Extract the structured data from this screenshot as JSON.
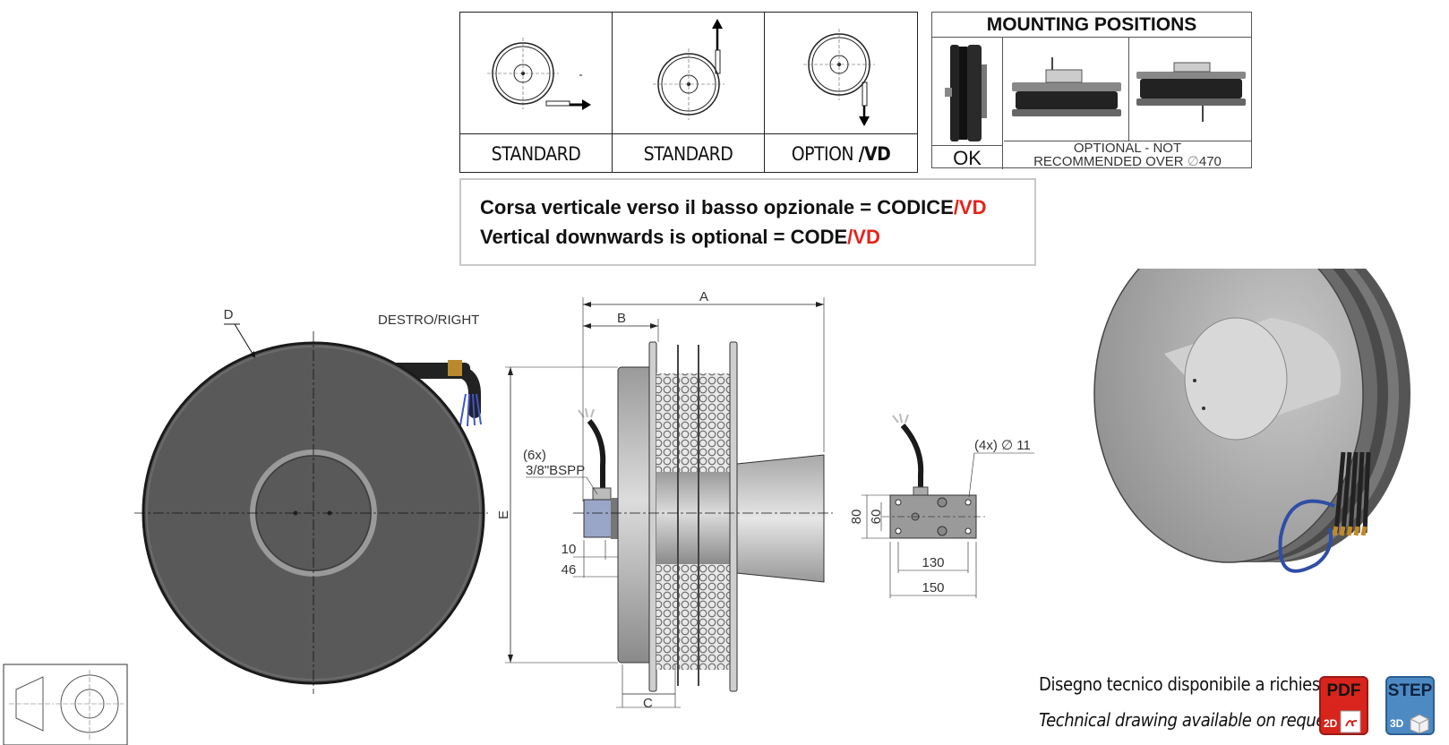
{
  "orientation_table": {
    "labels": [
      "STANDARD",
      "STANDARD",
      "OPTION "
    ],
    "option_suffix": "/VD"
  },
  "mounting": {
    "title": "MOUNTING POSITIONS",
    "ok_label": "OK",
    "optional_line1": "OPTIONAL - NOT",
    "optional_line2": "RECOMMENDED OVER",
    "diameter_symbol": "∅",
    "optional_value": "470"
  },
  "note": {
    "line1_prefix": "Corsa verticale verso il basso opzionale = CODICE",
    "line1_suffix": "/VD",
    "line2_prefix": "Vertical downwards is optional = CODE",
    "line2_suffix": "/VD"
  },
  "dimensions": {
    "D": "D",
    "A": "A",
    "B": "B",
    "C": "C",
    "E": "E",
    "side": "DESTRO/RIGHT",
    "connector_count": "(6x)",
    "connector_thread": "3/8\"BSPP",
    "d10": "10",
    "d46": "46",
    "d80": "80",
    "d60": "60",
    "d130": "130",
    "d150": "150",
    "holes": "(4x) ∅ 11"
  },
  "footer": {
    "line_it": "Disegno tecnico disponibile a richiesta",
    "line_en": "Technical drawing available on request",
    "pdf_label": "PDF",
    "pdf_sub": "2D",
    "step_label": "STEP",
    "step_sub": "3D"
  }
}
